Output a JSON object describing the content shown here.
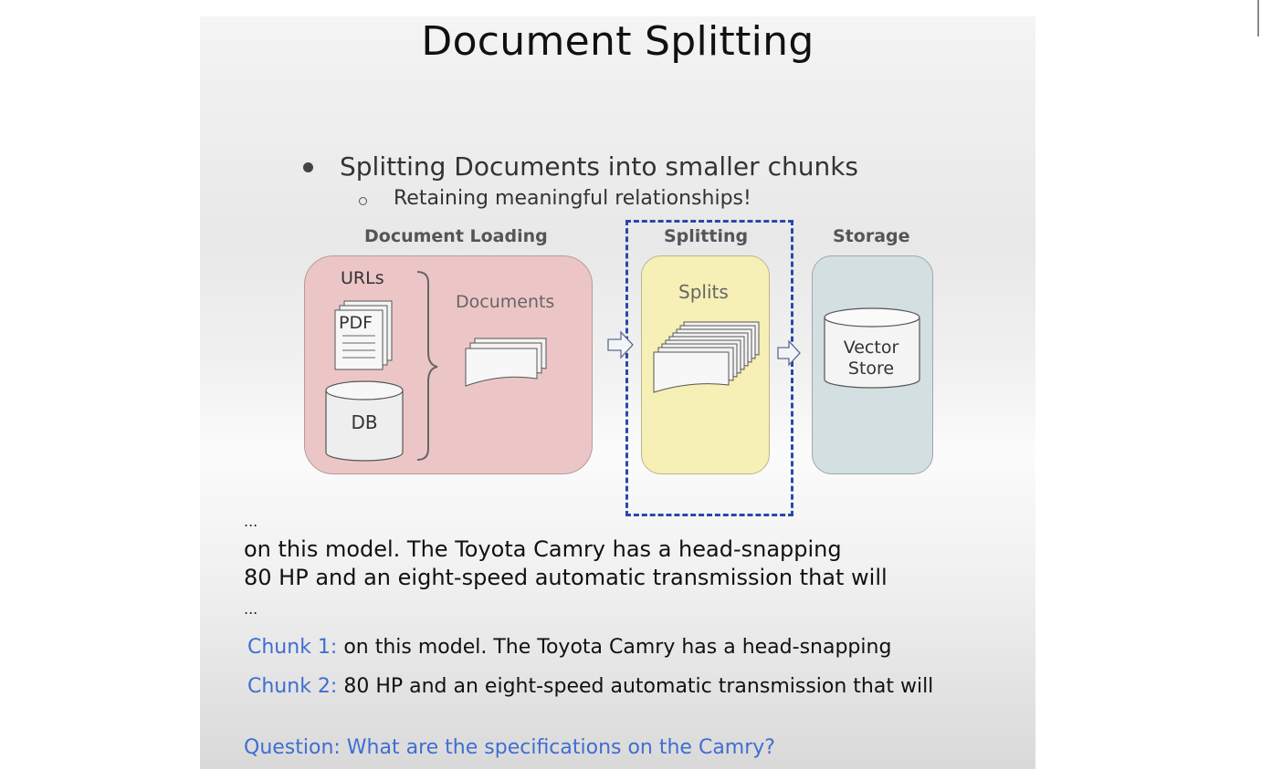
{
  "slide": {
    "title": "Document Splitting",
    "bullet": "Splitting Documents into smaller chunks",
    "subbullet": "Retaining meaningful relationships!"
  },
  "diagram": {
    "sections": {
      "loading": "Document Loading",
      "splitting": "Splitting",
      "storage": "Storage"
    },
    "sources": {
      "urls": "URLs",
      "pdf": "PDF",
      "db": "DB"
    },
    "documents_label": "Documents",
    "splits_label": "Splits",
    "vector_store_label": "Vector Store",
    "colors": {
      "loading_box": "#ecc6c7",
      "splitting_box": "#f6efb6",
      "storage_box": "#d3dfe0",
      "highlight_dashed": "#2b48a8"
    }
  },
  "example": {
    "ellipsis_top": "...",
    "line1": "on this model. The Toyota Camry has a head-snapping",
    "line2": "80 HP and an eight-speed automatic transmission that will",
    "ellipsis_bottom": "...",
    "chunks": [
      {
        "label": "Chunk 1:",
        "text": "on this model. The Toyota Camry has a head-snapping"
      },
      {
        "label": "Chunk 2:",
        "text": "80 HP and an eight-speed automatic transmission that will"
      }
    ],
    "question": "Question: What are the specifications on the Camry?",
    "accent_color": "#3f6ed1"
  }
}
